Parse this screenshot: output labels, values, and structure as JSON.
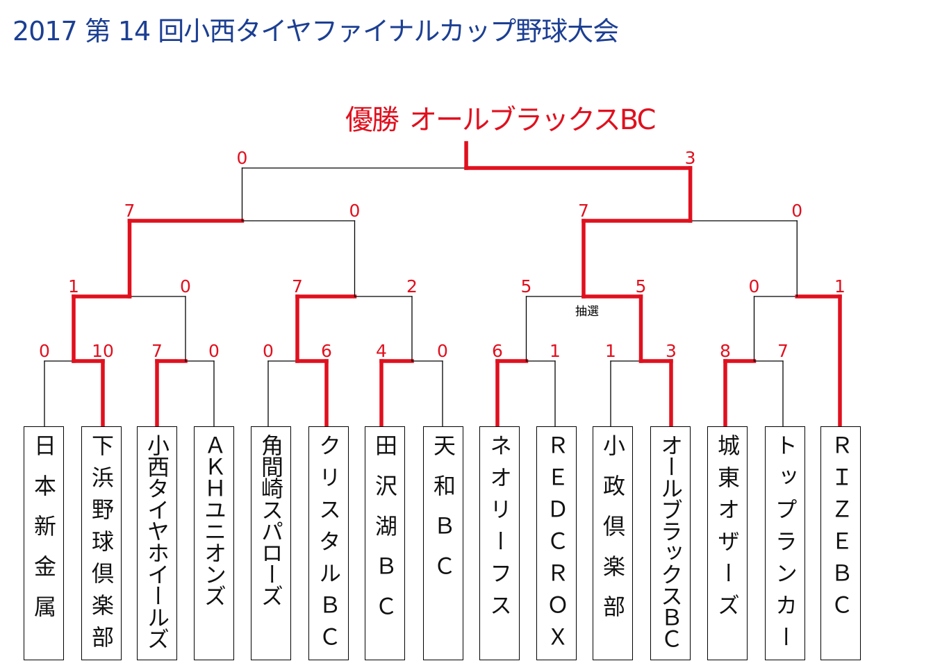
{
  "title": "2017 第 14 回小西タイヤファイナルカップ野球大会",
  "champion": {
    "label": "優勝",
    "team": "オールブラックスBC"
  },
  "lottery_note": "抽選",
  "colors": {
    "title": "#1c3f93",
    "winner": "#e0101e",
    "line": "#000000"
  },
  "teams": [
    "日本新金属",
    "下浜野球倶楽部",
    "小西タイヤホイールズ",
    "AKHユニオンズ",
    "角間崎スパローズ",
    "クリスタルBC",
    "田沢湖BC",
    "天和BC",
    "ネオリーフス",
    "REDCROX",
    "小政倶楽部",
    "オールブラックスBC",
    "城東オザーズ",
    "トップランカー",
    "RIZEBC"
  ],
  "team_display": [
    "日本新金属",
    "下浜野球倶楽部",
    "小西タイヤホイールズ",
    "ＡＫＨユニオンズ",
    "角間崎スパローズ",
    "クリスタルＢＣ",
    "田沢湖ＢＣ",
    "天和ＢＣ",
    "ネオリーフス",
    "ＲＥＤＣＲＯＸ",
    "小政倶楽部",
    "オールブラックスＢＣ",
    "城東オザーズ",
    "トップランカー",
    "ＲＩＺＥＢＣ"
  ],
  "round1": [
    {
      "teams": [
        0,
        1
      ],
      "scores": [
        "0",
        "10"
      ],
      "winner": 1
    },
    {
      "teams": [
        2,
        3
      ],
      "scores": [
        "7",
        "0"
      ],
      "winner": 0
    },
    {
      "teams": [
        4,
        5
      ],
      "scores": [
        "0",
        "6"
      ],
      "winner": 1
    },
    {
      "teams": [
        6,
        7
      ],
      "scores": [
        "4",
        "0"
      ],
      "winner": 0
    },
    {
      "teams": [
        8,
        9
      ],
      "scores": [
        "6",
        "1"
      ],
      "winner": 0
    },
    {
      "teams": [
        10,
        11
      ],
      "scores": [
        "1",
        "3"
      ],
      "winner": 1
    },
    {
      "teams": [
        12,
        13
      ],
      "scores": [
        "8",
        "7"
      ],
      "winner": 0
    }
  ],
  "round2": [
    {
      "scores": [
        "1",
        "0"
      ],
      "winner": 0
    },
    {
      "scores": [
        "7",
        "2"
      ],
      "winner": 0
    },
    {
      "scores": [
        "5",
        "5"
      ],
      "winner": 1,
      "note": "抽選"
    },
    {
      "scores": [
        "0",
        "1"
      ],
      "winner": 1
    }
  ],
  "semifinals": [
    {
      "scores": [
        "7",
        "0"
      ],
      "winner": 0
    },
    {
      "scores": [
        "7",
        "0"
      ],
      "winner": 0
    }
  ],
  "final": {
    "scores": [
      "0",
      "3"
    ],
    "winner": 1
  }
}
